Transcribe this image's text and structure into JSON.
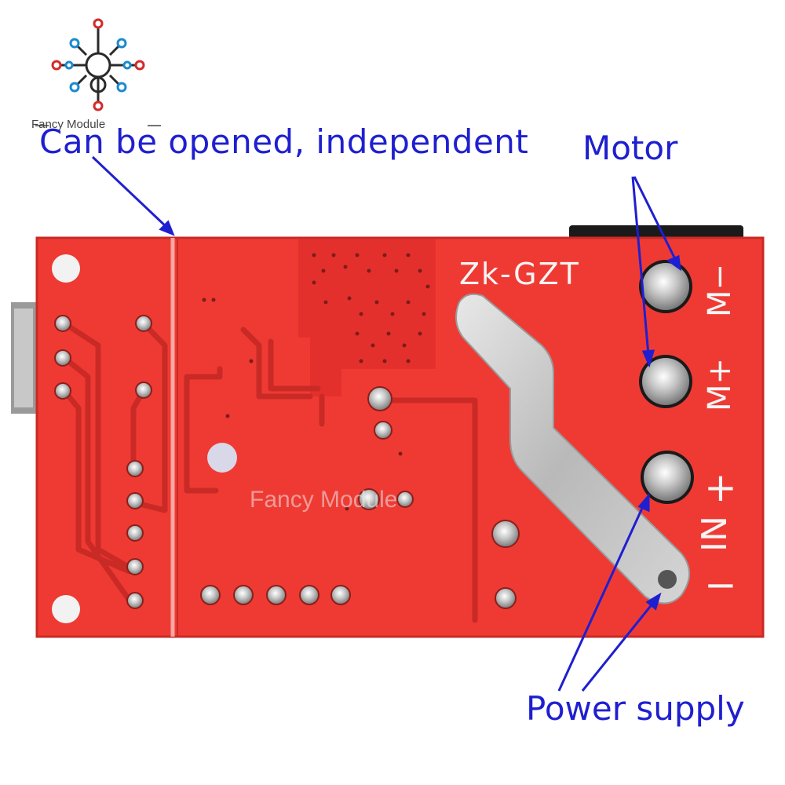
{
  "brand": {
    "name": "Fancy Module",
    "watermark": "Fancy Module"
  },
  "board": {
    "model": "Zk-GZT",
    "terminals": {
      "motor_minus": "M−",
      "motor_plus": "M+",
      "in_plus": "+",
      "in": "IN",
      "in_minus": "−"
    }
  },
  "annotations": {
    "detachable": "Can be opened, independent",
    "motor": "Motor",
    "power": "Power supply"
  },
  "colors": {
    "pcb": "#ef3a33",
    "pcb_edge": "#c92a25",
    "pcb_dark": "#b3221f",
    "annotation": "#1f1fd0",
    "solder": "#c9c9c9"
  }
}
